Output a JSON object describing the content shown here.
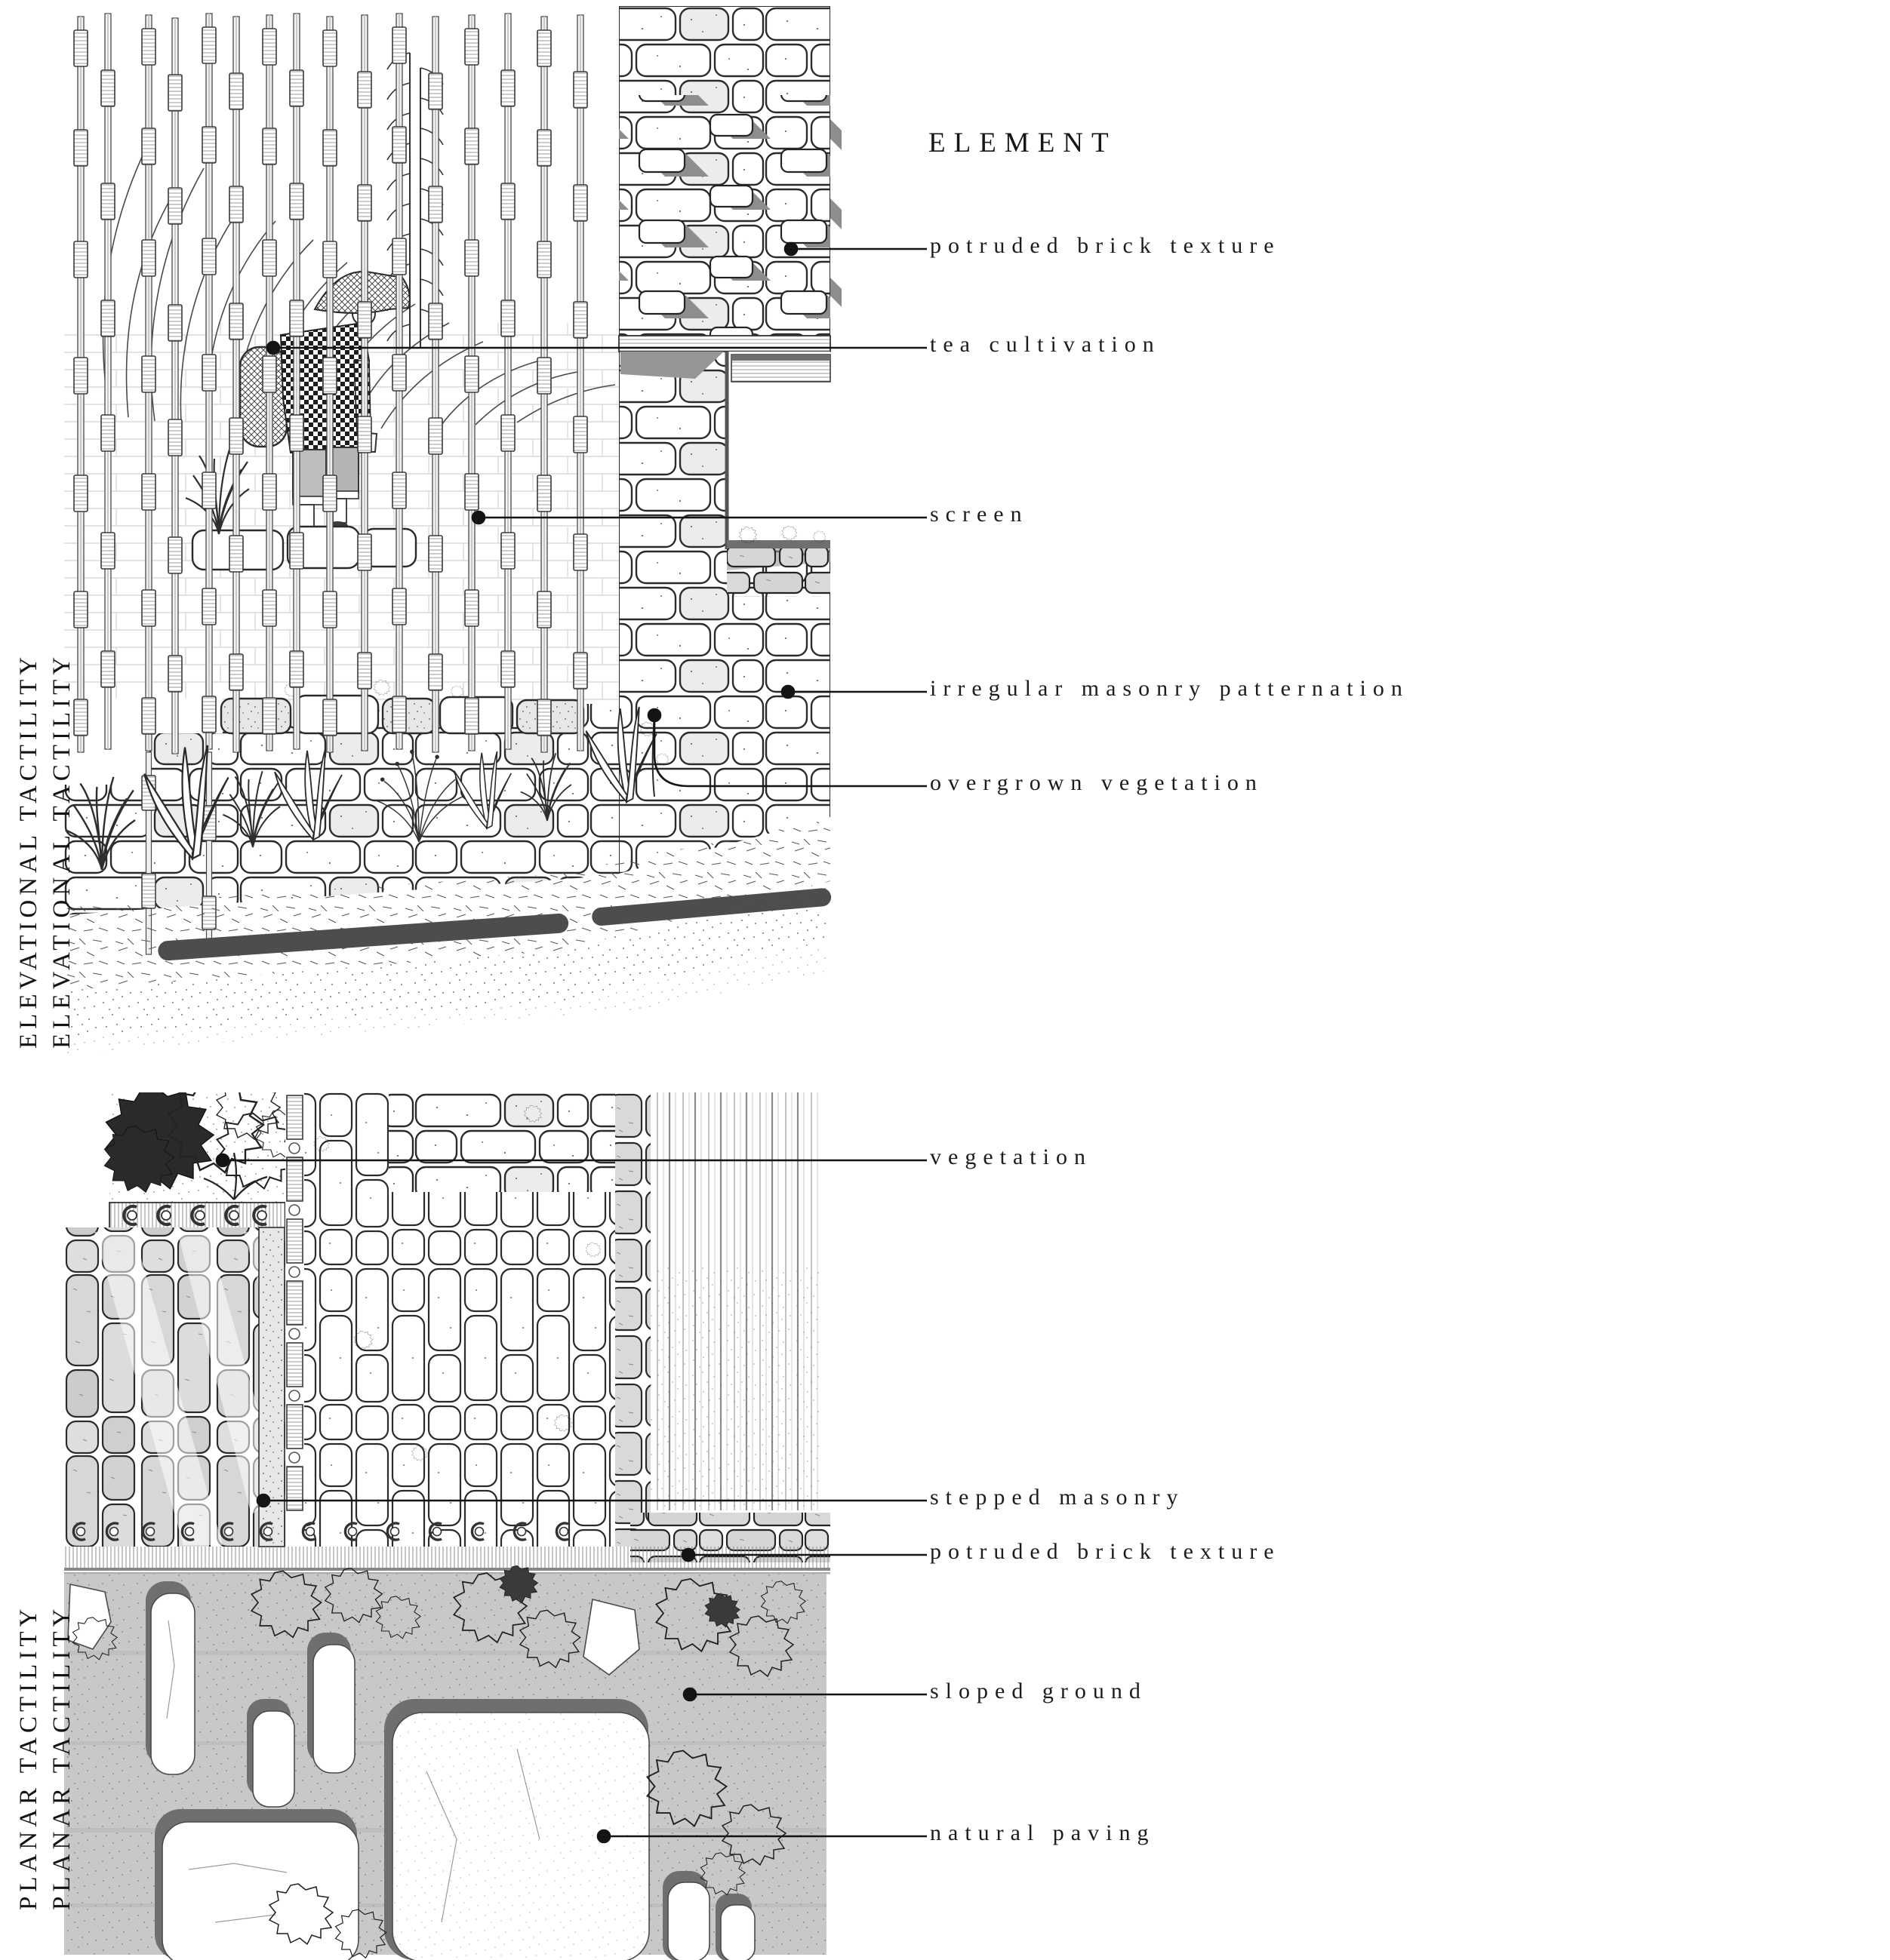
{
  "elevation": {
    "side_labels": [
      "ELEVATIONAL TACTILITY",
      "ELEVATIONAL TACTILITY"
    ],
    "legend_header": "ELEMENT",
    "labels": [
      {
        "text": "potruded brick texture"
      },
      {
        "text": "tea cultivation"
      },
      {
        "text": "screen"
      },
      {
        "text": "irregular masonry patternation"
      },
      {
        "text": "overgrown vegetation"
      }
    ]
  },
  "plan": {
    "side_labels": [
      "PLANAR TACTILITY",
      "PLANAR TACTILITY"
    ],
    "labels": [
      {
        "text": "vegetation"
      },
      {
        "text": "stepped masonry"
      },
      {
        "text": "potruded brick texture"
      },
      {
        "text": "sloped ground"
      },
      {
        "text": "natural paving"
      }
    ]
  },
  "style": {
    "ink": "#1c1c1c",
    "leader_color": "#141414",
    "shadow_gray": "#8d8d8d",
    "curb_gray": "#4d4d4d",
    "ground_gray": "#c8c8c8",
    "stone_gray": "#d8d8d8",
    "background": "#ffffff"
  }
}
